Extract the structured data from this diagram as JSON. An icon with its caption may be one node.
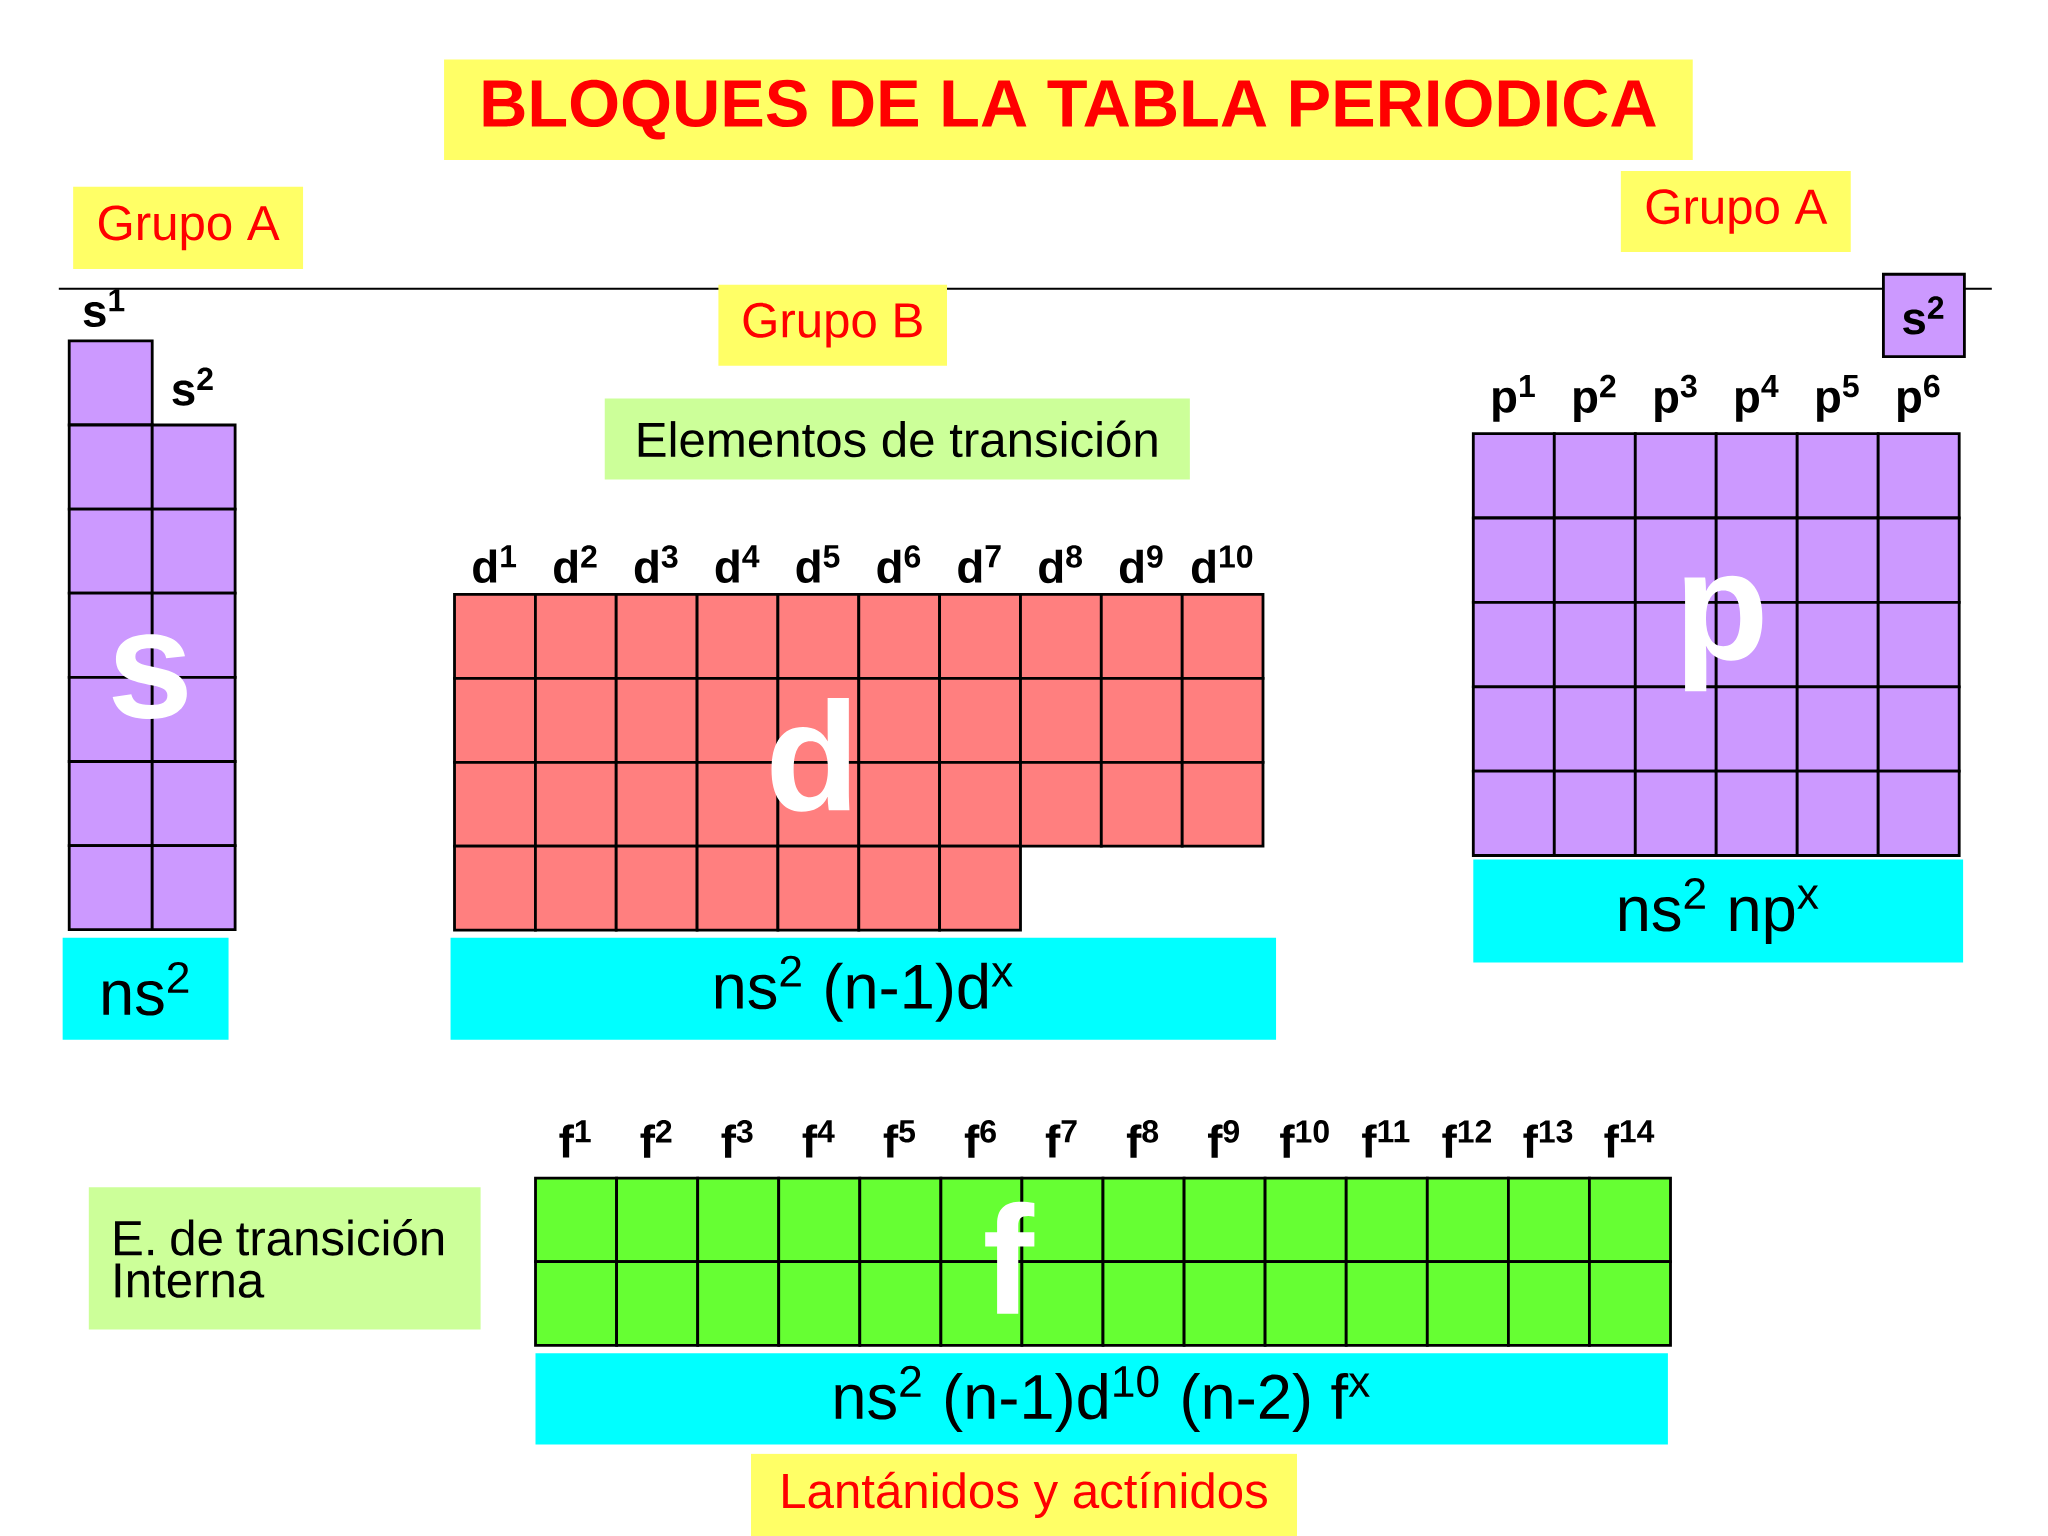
{
  "diagram": {
    "title": "BLOQUES DE LA TABLA PERIODICA",
    "nodes": [
      {
        "text": [
          "Grupo A"
        ]
      },
      {
        "text": [
          "Grupo A"
        ]
      },
      {
        "text": [
          "s$^{2}$"
        ]
      },
      {
        "text": [
          "Grupo B"
        ]
      },
      {
        "text": [
          "Elementos de transición"
        ]
      },
      {
        "text": [
          "s"
        ]
      },
      {
        "text": [
          "d"
        ]
      },
      {
        "text": [
          "p"
        ]
      },
      {
        "text": [
          "ns$^{2}$"
        ]
      },
      {
        "text": [
          "ns$^{2}$ (n-1)d$^{x}$"
        ]
      },
      {
        "text": [
          "ns$^{2}$ np$^{x}$"
        ]
      },
      {
        "text": [
          "E. de transición Interna"
        ]
      },
      {
        "text": [
          "f"
        ]
      },
      {
        "text": [
          "ns$^{2}$ (n-1)d$^{10}$ (n-2) f$^{x}$"
        ]
      },
      {
        "text": [
          "Lantánidos y actínidos"
        ]
      }
    ],
    "edges": [],
    "labels": [
      "s$^{1}$",
      "s$^{2}$",
      "p$^{1}$",
      "p$^{2}$",
      "p$^{3}$",
      "p$^{4}$",
      "p$^{5}$",
      "p$^{6}$",
      "d$^{1}$",
      "d$^{2}$",
      "d$^{3}$",
      "d$^{4}$",
      "d$^{5}$",
      "d$^{6}$",
      "d$^{7}$",
      "d$^{8}$",
      "d$^{9}$",
      "d$^{10}$",
      "f$^{1}$",
      "f$^{2}$",
      "f$^{3}$",
      "f$^{4}$",
      "f$^{5}$",
      "f$^{6}$",
      "f$^{7}$",
      "f$^{8}$",
      "f$^{9}$",
      "f$^{10}$",
      "f$^{11}$",
      "f$^{12}$",
      "f$^{13}$",
      "f$^{14}$"
    ]
  }
}
